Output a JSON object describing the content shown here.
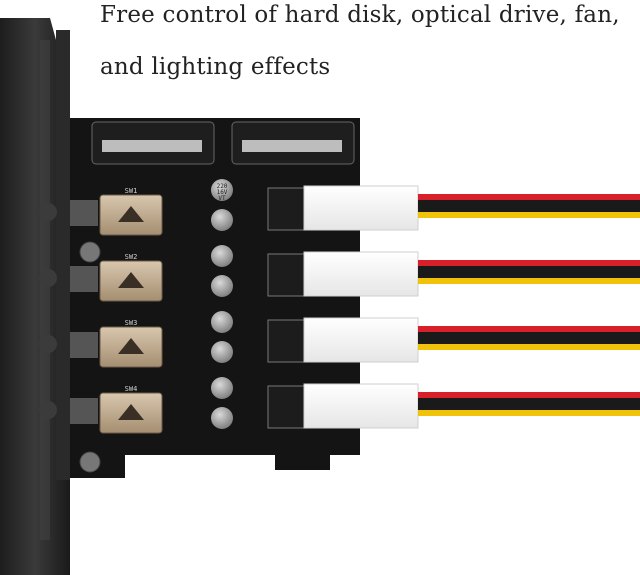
{
  "caption": {
    "line1": "Free control of hard disk, optical drive, fan,",
    "line2": "and lighting effects"
  },
  "board": {
    "color": "#141414",
    "switch_labels": [
      "SW1",
      "SW2",
      "SW3",
      "SW4"
    ],
    "capacitor_text": [
      "220",
      "16V",
      "VT"
    ]
  },
  "cable_colors": {
    "red": "#d8202a",
    "black": "#1a1a1a",
    "yellow": "#f2c20a"
  }
}
